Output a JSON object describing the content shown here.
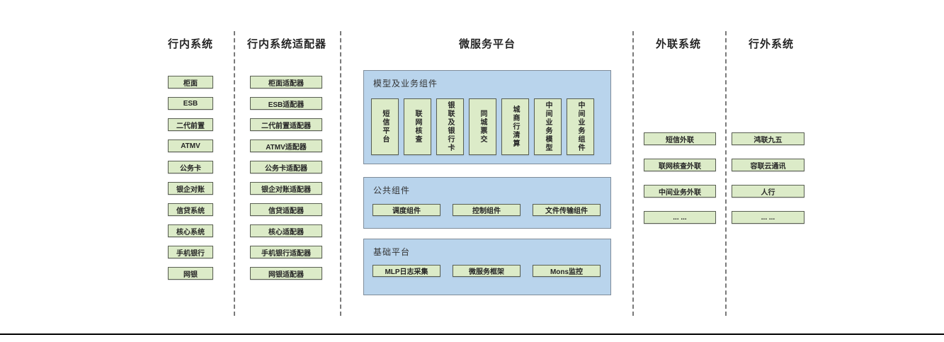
{
  "colors": {
    "box_fill": "#dcebc8",
    "box_border": "#595f52",
    "panel_fill": "#b9d4ec",
    "panel_border": "#7f8c99",
    "divider": "#7a7a7a",
    "baseline": "#000000"
  },
  "columns": {
    "internal": {
      "title": "行内系统",
      "items": [
        "柜面",
        "ESB",
        "二代前置",
        "ATMV",
        "公务卡",
        "银企对账",
        "信贷系统",
        "核心系统",
        "手机银行",
        "网银"
      ]
    },
    "adapters": {
      "title": "行内系统适配器",
      "items": [
        "柜面适配器",
        "ESB适配器",
        "二代前置适配器",
        "ATMV适配器",
        "公务卡适配器",
        "银企对账适配器",
        "信贷适配器",
        "核心适配器",
        "手机银行适配器",
        "网银适配器"
      ]
    },
    "platform": {
      "title": "微服务平台",
      "sections": {
        "model": {
          "title": "模型及业务组件",
          "items": [
            "短信平台",
            "联网核查",
            "银联及银行卡",
            "同城票交",
            "城商行清算",
            "中间业务模型",
            "中间业务组件"
          ]
        },
        "common": {
          "title": "公共组件",
          "items": [
            "调度组件",
            "控制组件",
            "文件传输组件"
          ]
        },
        "base": {
          "title": "基础平台",
          "items": [
            "MLP日志采集",
            "微服务框架",
            "Mons监控"
          ]
        }
      }
    },
    "external_link": {
      "title": "外联系统",
      "items": [
        "短信外联",
        "联网核查外联",
        "中间业务外联",
        "... ..."
      ]
    },
    "outside": {
      "title": "行外系统",
      "items": [
        "鸿联九五",
        "容联云通讯",
        "人行",
        "... ..."
      ]
    }
  }
}
